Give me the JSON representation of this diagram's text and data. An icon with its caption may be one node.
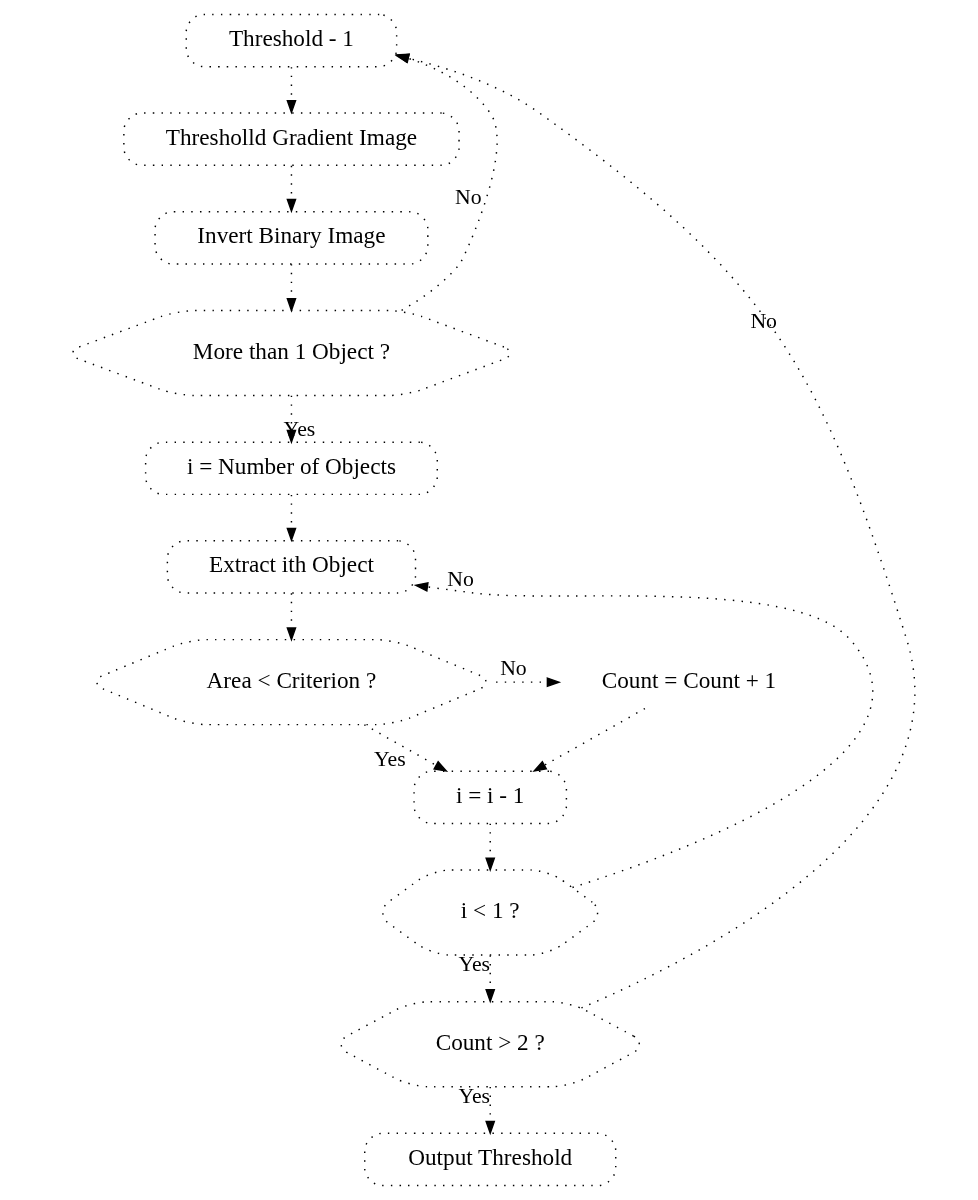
{
  "diagram": {
    "nodes": [
      {
        "text": [
          "Threshold - 1"
        ]
      },
      {
        "text": [
          "Thresholld Gradient Image"
        ]
      },
      {
        "text": [
          "Invert Binary Image"
        ]
      },
      {
        "text": [
          "More than 1 Object ?"
        ]
      },
      {
        "text": [
          "i = Number of Objects"
        ]
      },
      {
        "text": [
          "Extract ith Object"
        ]
      },
      {
        "text": [
          "Area < Criterion ?"
        ]
      },
      {
        "text": [
          "Count = Count + 1"
        ]
      },
      {
        "text": [
          "i = i - 1"
        ]
      },
      {
        "text": [
          "i < 1 ?"
        ]
      },
      {
        "text": [
          "Count > 2 ?"
        ]
      },
      {
        "text": [
          "Output Threshold"
        ]
      }
    ],
    "edges": [
      {
        "from": 0,
        "to": 1,
        "arrow": "to"
      },
      {
        "from": 1,
        "to": 2,
        "arrow": "to"
      },
      {
        "from": 2,
        "to": 3,
        "arrow": "to"
      },
      {
        "from": 3,
        "to": 4,
        "arrow": "to",
        "label": "Yes"
      },
      {
        "from": 3,
        "to": 0,
        "arrow": "to",
        "label": "No"
      },
      {
        "from": 4,
        "to": 5,
        "arrow": "to"
      },
      {
        "from": 5,
        "to": 6,
        "arrow": "to"
      },
      {
        "from": 6,
        "to": 8,
        "arrow": "to",
        "label": "Yes"
      },
      {
        "from": 6,
        "to": 7,
        "arrow": "to",
        "label": "No"
      },
      {
        "from": 7,
        "to": 8,
        "arrow": "to"
      },
      {
        "from": 8,
        "to": 9,
        "arrow": "to"
      },
      {
        "from": 9,
        "to": 10,
        "arrow": "to",
        "label": "Yes"
      },
      {
        "from": 9,
        "to": 5,
        "arrow": "to",
        "label": "No"
      },
      {
        "from": 10,
        "to": 11,
        "arrow": "to",
        "label": "Yes"
      },
      {
        "from": 10,
        "to": 0,
        "arrow": "to",
        "label": "No"
      }
    ]
  }
}
